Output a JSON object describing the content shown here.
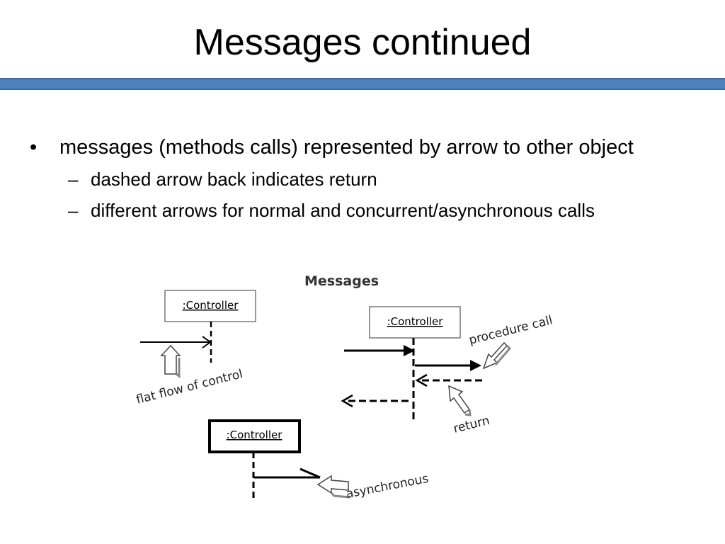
{
  "slide": {
    "title": "Messages continued",
    "bullets": [
      {
        "text": "messages (methods calls) represented by arrow to other object",
        "sub": [
          "dashed arrow back indicates return",
          "different arrows for normal and concurrent/asynchronous calls"
        ]
      }
    ]
  },
  "diagram": {
    "heading": "Messages",
    "object_label": ":Controller",
    "annotations": {
      "flat": "flat flow of control",
      "procedure": "procedure call",
      "return": "return",
      "async": "asynchronous"
    }
  },
  "colors": {
    "rule": "#4f81bd"
  }
}
